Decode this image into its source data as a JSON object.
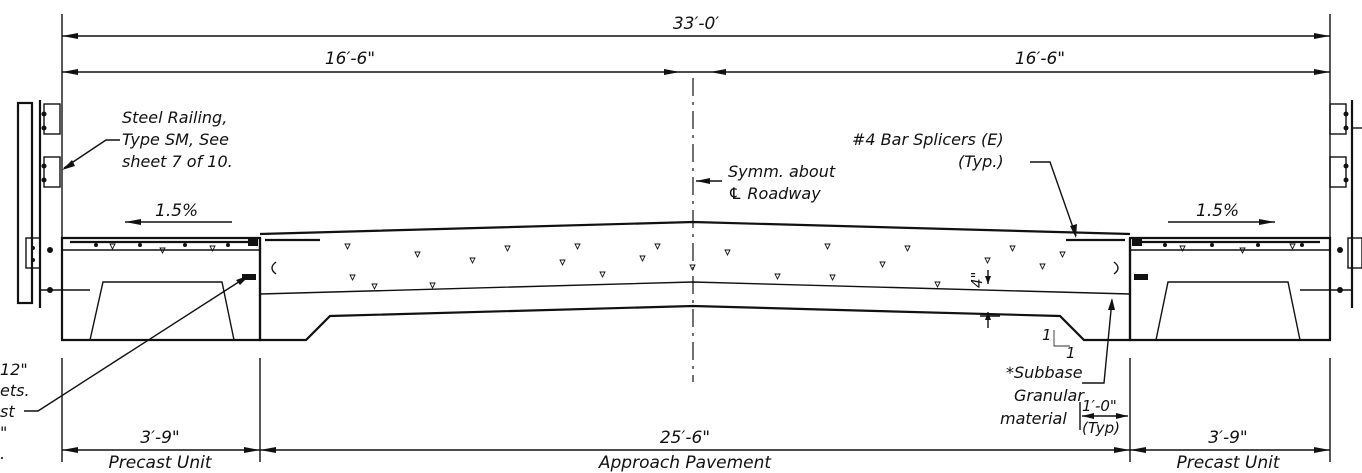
{
  "dimensions": {
    "overall": "33′-0′",
    "half_left": "16′-6\"",
    "half_right": "16′-6\"",
    "precast_left": "3′-9\"",
    "approach": "25′-6\"",
    "precast_right": "3′-9\"",
    "edge_offset": "1′-0\"",
    "edge_offset_note": "(Typ)",
    "thickness": "4\""
  },
  "labels": {
    "precast_left": "Precast Unit",
    "approach": "Approach Pavement",
    "precast_right": "Precast Unit"
  },
  "notes": {
    "railing": [
      "Steel Railing,",
      "Type SM, See",
      "sheet 7 of 10."
    ],
    "splicers": [
      "#4 Bar Splicers (E)",
      "(Typ.)"
    ],
    "symmetry": [
      "Symm. about",
      "℄ Roadway"
    ],
    "subbase": [
      "*Subbase",
      "Granular",
      "material"
    ],
    "cut_off_left": [
      "12\"",
      "ets.",
      "st",
      "\"",
      "."
    ],
    "slope_left": "1.5%",
    "slope_right": "1.5%",
    "taper_a": "1",
    "taper_b": "1"
  }
}
